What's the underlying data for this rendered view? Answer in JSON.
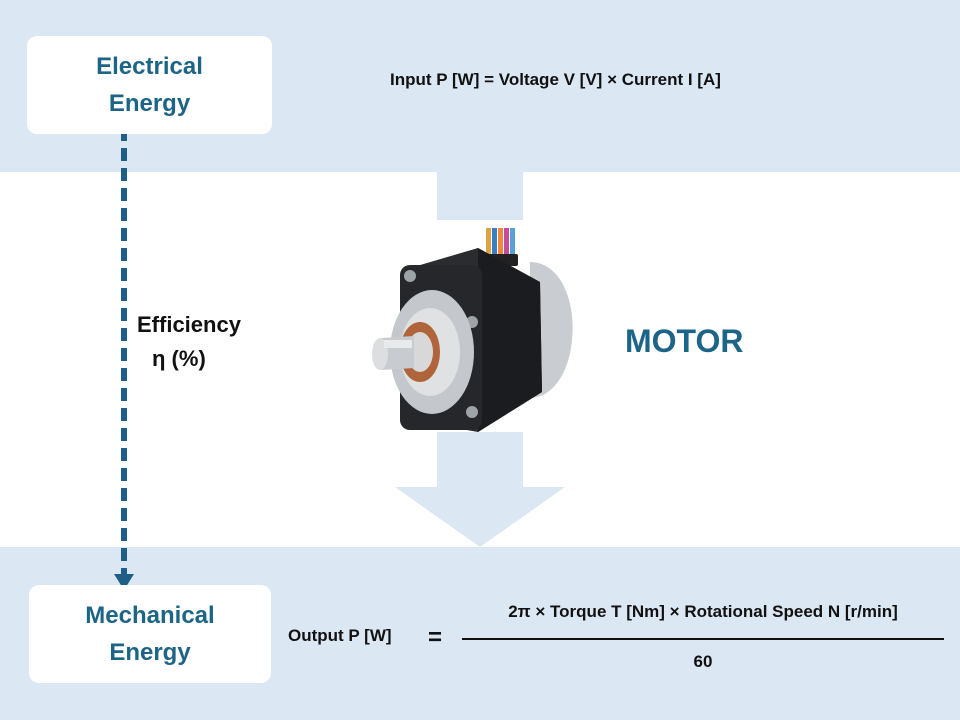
{
  "electrical_box": {
    "line1": "Electrical",
    "line2": "Energy"
  },
  "mechanical_box": {
    "line1": "Mechanical",
    "line2": "Energy"
  },
  "input_formula": "Input P [W] = Voltage V [V] × Current I [A]",
  "efficiency": {
    "line1": "Efficiency",
    "line2": "η (%)"
  },
  "motor_label": "MOTOR",
  "output_formula": {
    "label": "Output P [W]",
    "equals": "=",
    "numerator": "2π × Torque T [Nm] × Rotational Speed N [r/min]",
    "denominator": "60"
  },
  "colors": {
    "band": "#dce7f4",
    "accent": "#1d6586",
    "arrow": "#dce7f4",
    "dashed_line": "#1d5f86"
  }
}
